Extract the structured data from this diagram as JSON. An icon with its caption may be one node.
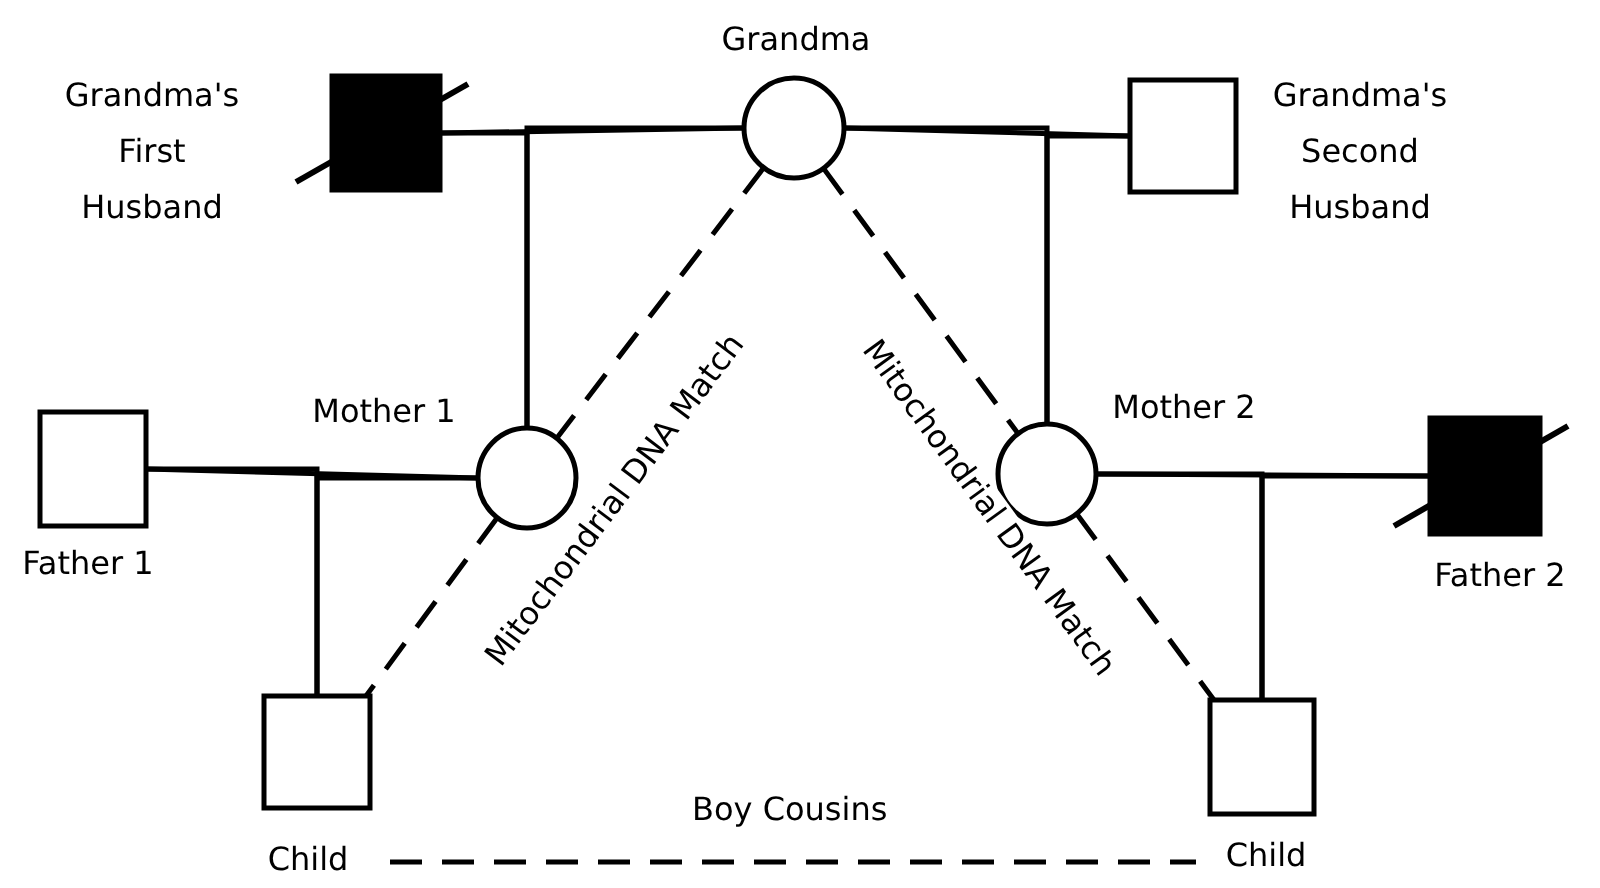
{
  "diagram": {
    "nodes": [
      {
        "text": [
          "Grandma"
        ]
      },
      {
        "text": [
          "Grandma's First Husband"
        ]
      },
      {
        "text": [
          "Grandma's Second Husband"
        ]
      },
      {
        "text": [
          "Mother 1"
        ]
      },
      {
        "text": [
          "Mother 2"
        ]
      },
      {
        "text": [
          "Father 1"
        ]
      },
      {
        "text": [
          "Father 2"
        ]
      },
      {
        "text": [
          "Child"
        ]
      },
      {
        "text": [
          "Child"
        ]
      }
    ],
    "edges": [
      {
        "from": 1,
        "to": 0,
        "arrow": "none"
      },
      {
        "from": 0,
        "to": 2,
        "arrow": "none"
      },
      {
        "from": 1,
        "to": 3,
        "arrow": "none"
      },
      {
        "from": 0,
        "to": 3,
        "arrow": "none"
      },
      {
        "from": 0,
        "to": 4,
        "arrow": "none"
      },
      {
        "from": 2,
        "to": 4,
        "arrow": "none"
      },
      {
        "from": 5,
        "to": 3,
        "arrow": "none"
      },
      {
        "from": 5,
        "to": 7,
        "arrow": "none"
      },
      {
        "from": 3,
        "to": 7,
        "arrow": "none"
      },
      {
        "from": 4,
        "to": 6,
        "arrow": "none"
      },
      {
        "from": 4,
        "to": 8,
        "arrow": "none"
      },
      {
        "from": 6,
        "to": 8,
        "arrow": "none"
      },
      {
        "from": 0,
        "to": 3,
        "arrow": "none",
        "style": "dashed",
        "label": "Mitochondrial DNA Match"
      },
      {
        "from": 3,
        "to": 7,
        "arrow": "none",
        "style": "dashed"
      },
      {
        "from": 0,
        "to": 4,
        "arrow": "none",
        "style": "dashed",
        "label": "Mitochondrial DNA Match"
      },
      {
        "from": 4,
        "to": 8,
        "arrow": "none",
        "style": "dashed"
      },
      {
        "from": 7,
        "to": 8,
        "arrow": "none",
        "style": "dashed",
        "label": "Boy Cousins"
      }
    ]
  }
}
